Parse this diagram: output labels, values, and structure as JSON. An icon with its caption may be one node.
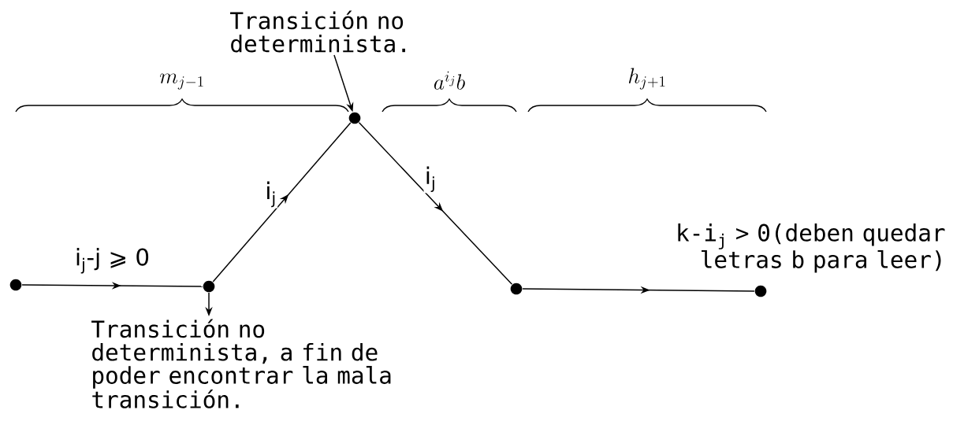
{
  "diagram": {
    "nodes": [
      {
        "text": [],
        "shape": "circle"
      },
      {
        "text": [],
        "shape": "circle"
      },
      {
        "text": [],
        "shape": "circle"
      },
      {
        "text": [],
        "shape": "circle"
      },
      {
        "text": [],
        "shape": "circle",
        "beside": [
          "k-i$_{j}$ > 0(deben quedar letras b para leer)"
        ]
      },
      {
        "text": [
          "Transición no determinista."
        ]
      },
      {
        "text": [
          "Transición no determinista, a fin de poder encontrar la mala transición."
        ]
      }
    ],
    "edges": [
      {
        "from": 0,
        "to": 1,
        "arrow": "to",
        "label": "i$_{j}$-j ⩾ 0"
      },
      {
        "from": 1,
        "to": 2,
        "arrow": "to",
        "label": "i$_{j}$"
      },
      {
        "from": 2,
        "to": 3,
        "arrow": "to",
        "label": "i$_{j}$"
      },
      {
        "from": 3,
        "to": 4,
        "arrow": "to"
      },
      {
        "from": 5,
        "to": 2,
        "arrow": "to"
      },
      {
        "from": 1,
        "to": 6,
        "arrow": "to"
      }
    ],
    "labels": [
      "m_{j-1}",
      "a^{i_j}b",
      "h_{j+1}"
    ]
  }
}
